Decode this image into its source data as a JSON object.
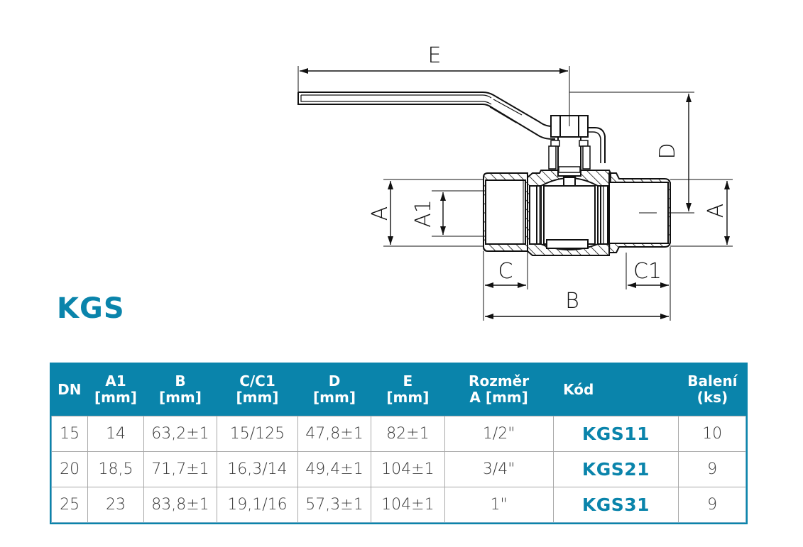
{
  "diagram": {
    "labels": {
      "E": "E",
      "D": "D",
      "A_left": "A",
      "A1": "A1",
      "A_right": "A",
      "C": "C",
      "C1": "C1",
      "B": "B"
    }
  },
  "product": {
    "title": "KGS"
  },
  "table": {
    "headers": [
      {
        "line1": "DN",
        "line2": ""
      },
      {
        "line1": "A1",
        "line2": "[mm]"
      },
      {
        "line1": "B",
        "line2": "[mm]"
      },
      {
        "line1": "C/C1",
        "line2": "[mm]"
      },
      {
        "line1": "D",
        "line2": "[mm]"
      },
      {
        "line1": "E",
        "line2": "[mm]"
      },
      {
        "line1": "Rozměr",
        "line2": "A [mm]"
      },
      {
        "line1": "Kód",
        "line2": ""
      },
      {
        "line1": "Balení",
        "line2": "(ks)"
      }
    ],
    "rows": [
      {
        "dn": "15",
        "a1": "14",
        "b": "63,2±1",
        "c_c1": "15/125",
        "d": "47,8±1",
        "e": "82±1",
        "rozmer": "1/2\"",
        "kod": "KGS11",
        "baleni": "10"
      },
      {
        "dn": "20",
        "a1": "18,5",
        "b": "71,7±1",
        "c_c1": "16,3/14",
        "d": "49,4±1",
        "e": "104±1",
        "rozmer": "3/4\"",
        "kod": "KGS21",
        "baleni": "9"
      },
      {
        "dn": "25",
        "a1": "23",
        "b": "83,8±1",
        "c_c1": "19,1/16",
        "d": "57,3±1",
        "e": "104±1",
        "rozmer": "1\"",
        "kod": "KGS31",
        "baleni": "9"
      }
    ]
  },
  "colors": {
    "brand": "#0a84ab",
    "line": "#111111",
    "grid": "#a8a8a8"
  }
}
